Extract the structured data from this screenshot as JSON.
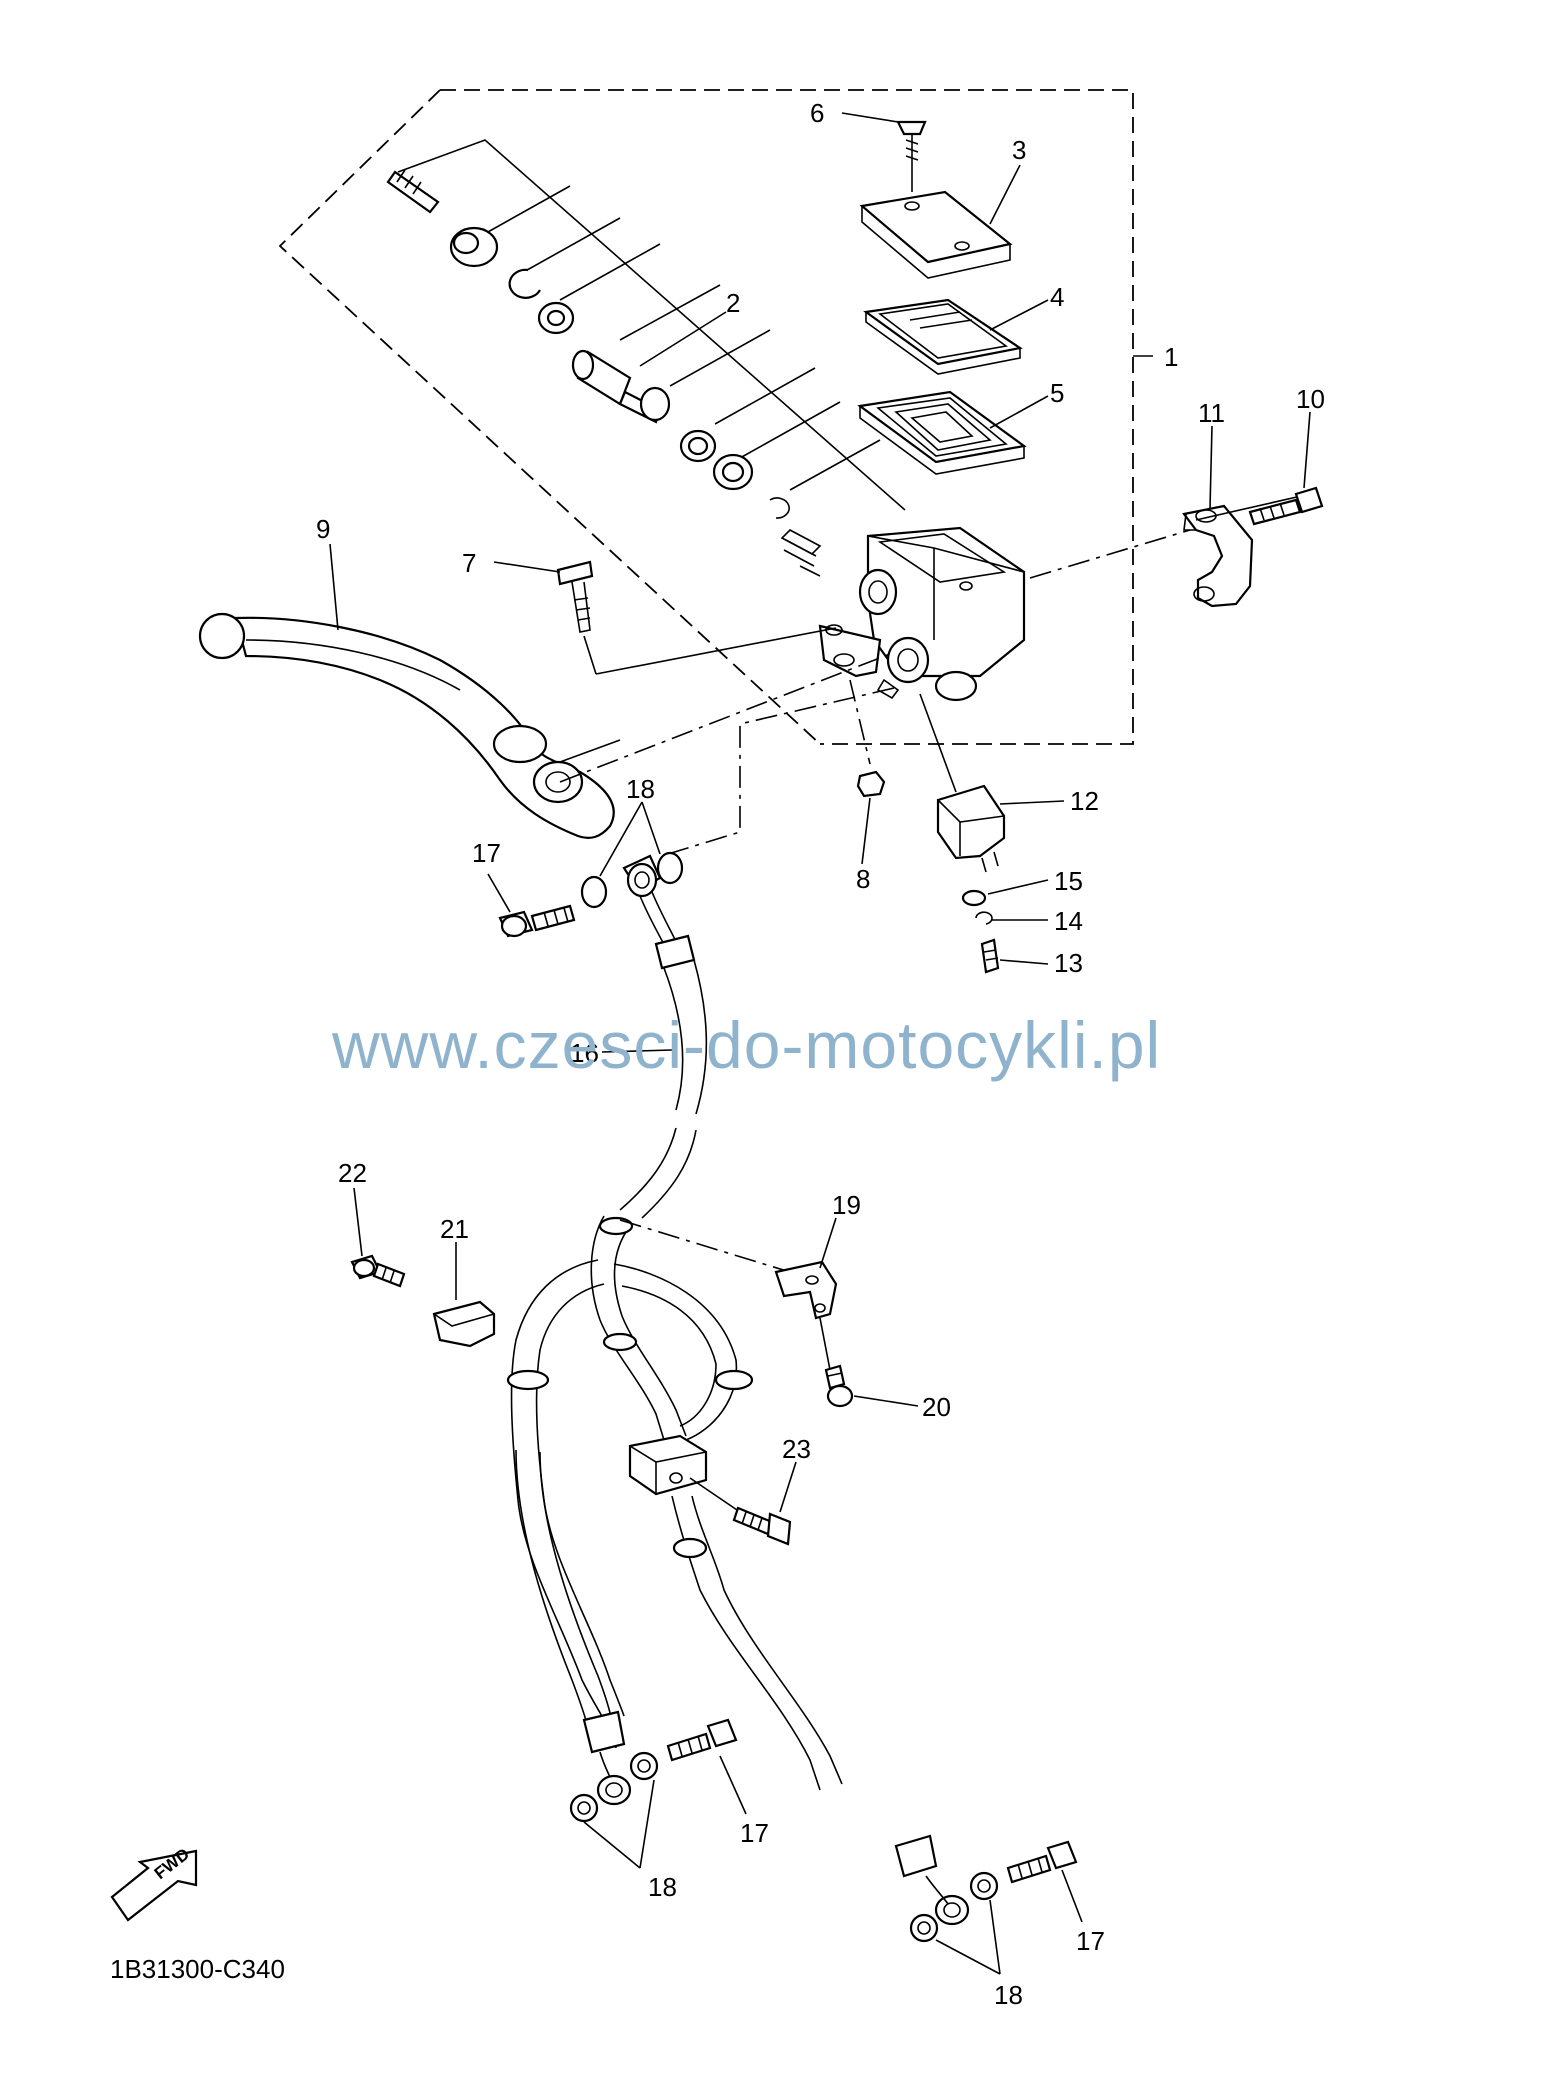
{
  "diagram": {
    "callouts": [
      "1",
      "2",
      "3",
      "4",
      "5",
      "6",
      "7",
      "8",
      "9",
      "10",
      "11",
      "12",
      "13",
      "14",
      "15",
      "16",
      "17",
      "18",
      "19",
      "20",
      "21",
      "22",
      "23"
    ],
    "repeated": {
      "seventeen": "17",
      "eighteen": "18"
    },
    "fwd_label": "FWD",
    "code": "1B31300-C340",
    "watermark": "www.czesci-do-motocykli.pl"
  }
}
